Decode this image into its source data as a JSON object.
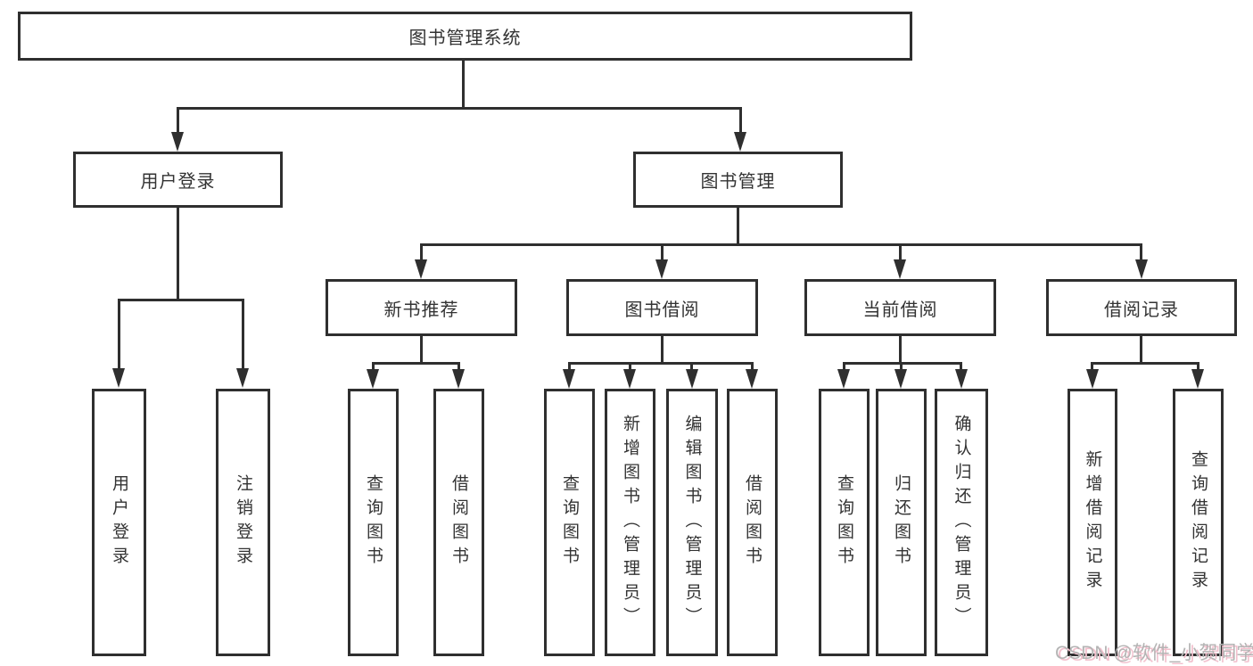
{
  "root": {
    "label": "图书管理系统",
    "children": [
      {
        "label": "用户登录",
        "children": [
          {
            "label": "用户登录"
          },
          {
            "label": "注销登录"
          }
        ]
      },
      {
        "label": "图书管理",
        "children": [
          {
            "label": "新书推荐",
            "children": [
              {
                "label": "查询图书"
              },
              {
                "label": "借阅图书"
              }
            ]
          },
          {
            "label": "图书借阅",
            "children": [
              {
                "label": "查询图书"
              },
              {
                "label": "新增图书（管理员）"
              },
              {
                "label": "编辑图书（管理员）"
              },
              {
                "label": "借阅图书"
              }
            ]
          },
          {
            "label": "当前借阅",
            "children": [
              {
                "label": "查询图书"
              },
              {
                "label": "归还图书"
              },
              {
                "label": "确认归还（管理员）"
              }
            ]
          },
          {
            "label": "借阅记录",
            "children": [
              {
                "label": "新增借阅记录"
              },
              {
                "label": "查询借阅记录"
              }
            ]
          }
        ]
      }
    ]
  },
  "watermark": {
    "text": "CSDN @软件_小贺同学"
  },
  "colors": {
    "line": "#2f2f2f",
    "text": "#333333",
    "watermark": "#b4b4b4",
    "watermark-shadow": "#f2c0cd"
  }
}
